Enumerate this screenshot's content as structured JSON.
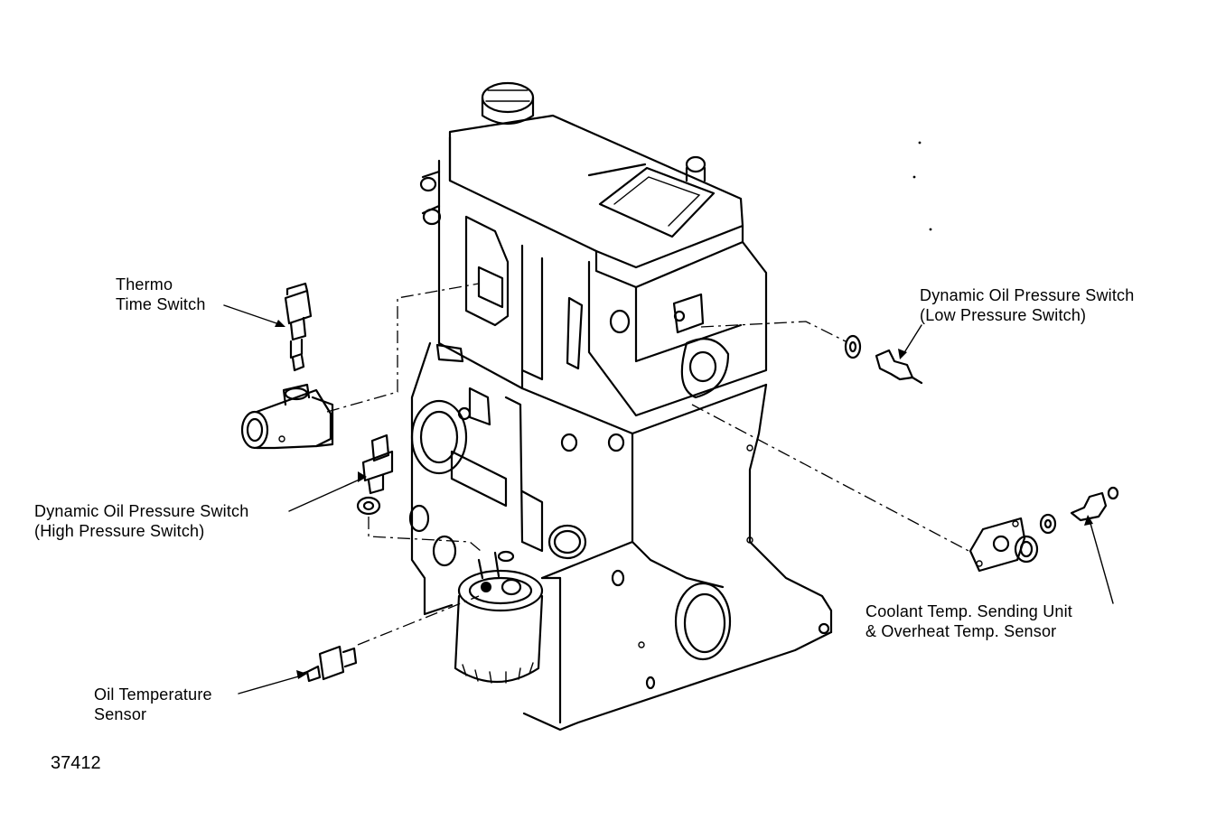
{
  "labels": {
    "thermo_time_switch": [
      "Thermo",
      "Time Switch"
    ],
    "dyn_oil_low": [
      "Dynamic Oil Pressure Switch",
      "(Low Pressure Switch)"
    ],
    "dyn_oil_high": [
      "Dynamic Oil Pressure Switch",
      "(High Pressure Switch)"
    ],
    "coolant_temp": [
      "Coolant Temp. Sending Unit",
      "& Overheat Temp. Sensor"
    ],
    "oil_temp": [
      "Oil Temperature",
      "Sensor"
    ]
  },
  "figure_number": "37412",
  "icons": [
    "engine-block-drawing",
    "thermo-time-switch-icon",
    "coolant-flange-icon",
    "oil-pressure-switch-icon",
    "oil-temperature-sensor-icon",
    "oil-filter-icon"
  ]
}
